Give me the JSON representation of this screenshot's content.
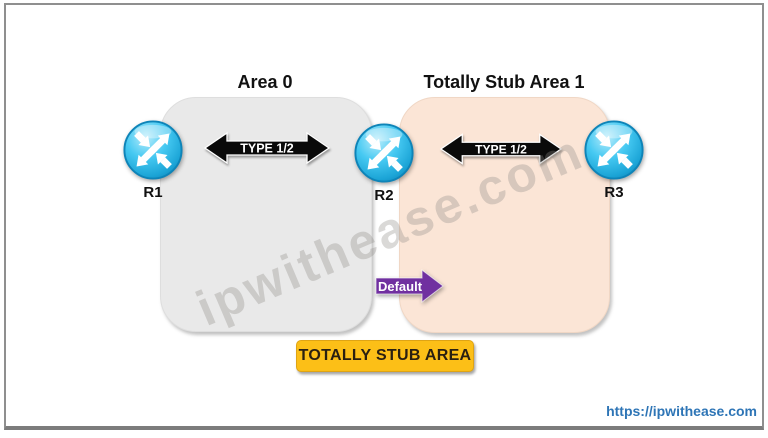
{
  "areas": [
    {
      "title": "Area 0"
    },
    {
      "title": "Totally Stub Area 1"
    }
  ],
  "routers": [
    {
      "label": "R1"
    },
    {
      "label": "R2"
    },
    {
      "label": "R3"
    }
  ],
  "links": [
    {
      "label": "TYPE 1/2"
    },
    {
      "label": "TYPE 1/2"
    }
  ],
  "default_route": {
    "label": "Default"
  },
  "banner": {
    "label": "TOTALLY STUB AREA"
  },
  "watermark": "ipwithease.com",
  "footer": {
    "url": "https://ipwithease.com"
  },
  "colors": {
    "area0_fill": "#e9e9e9",
    "stub_fill": "#fbe5d6",
    "banner_fill": "#fcbf17",
    "banner_text": "#2a2011",
    "default_arrow_purple": "#7030a0",
    "link_arrow_black": "#0a0a0a",
    "router_cyan": "#2fc0ee",
    "url_blue": "#2e75b6"
  }
}
